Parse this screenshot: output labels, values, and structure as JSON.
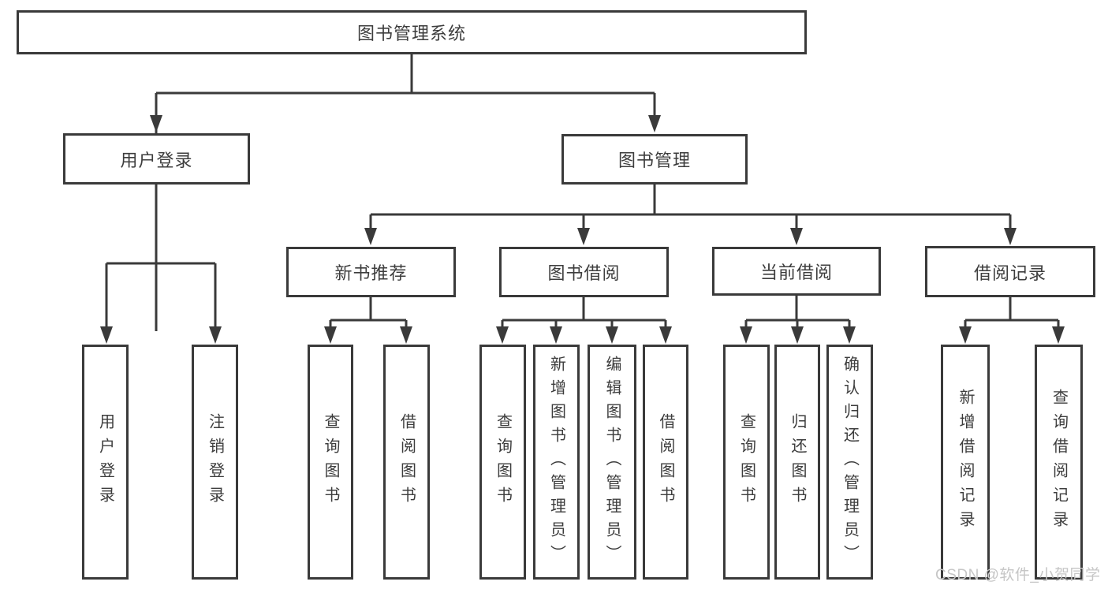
{
  "diagram": {
    "type": "hierarchy-tree",
    "title": "图书管理系统",
    "colors": {
      "line": "#3a3a3a",
      "box_border": "#3a3a3a",
      "text": "#3d3d3d",
      "background": "#ffffff",
      "watermark_text_color": "#c6c6c6"
    },
    "tree": {
      "label": "图书管理系统",
      "children": [
        {
          "label": "用户登录",
          "children": [
            {
              "label": "用户登录"
            },
            {
              "label": "注销登录"
            }
          ]
        },
        {
          "label": "图书管理",
          "children": [
            {
              "label": "新书推荐",
              "children": [
                {
                  "label": "查询图书"
                },
                {
                  "label": "借阅图书"
                }
              ]
            },
            {
              "label": "图书借阅",
              "children": [
                {
                  "label": "查询图书"
                },
                {
                  "label": "新增图书（管理员）"
                },
                {
                  "label": "编辑图书（管理员）"
                },
                {
                  "label": "借阅图书"
                }
              ]
            },
            {
              "label": "当前借阅",
              "children": [
                {
                  "label": "查询图书"
                },
                {
                  "label": "归还图书"
                },
                {
                  "label": "确认归还（管理员）"
                }
              ]
            },
            {
              "label": "借阅记录",
              "children": [
                {
                  "label": "新增借阅记录"
                },
                {
                  "label": "查询借阅记录"
                }
              ]
            }
          ]
        }
      ]
    },
    "watermark": "CSDN @软件_小贺同学"
  }
}
